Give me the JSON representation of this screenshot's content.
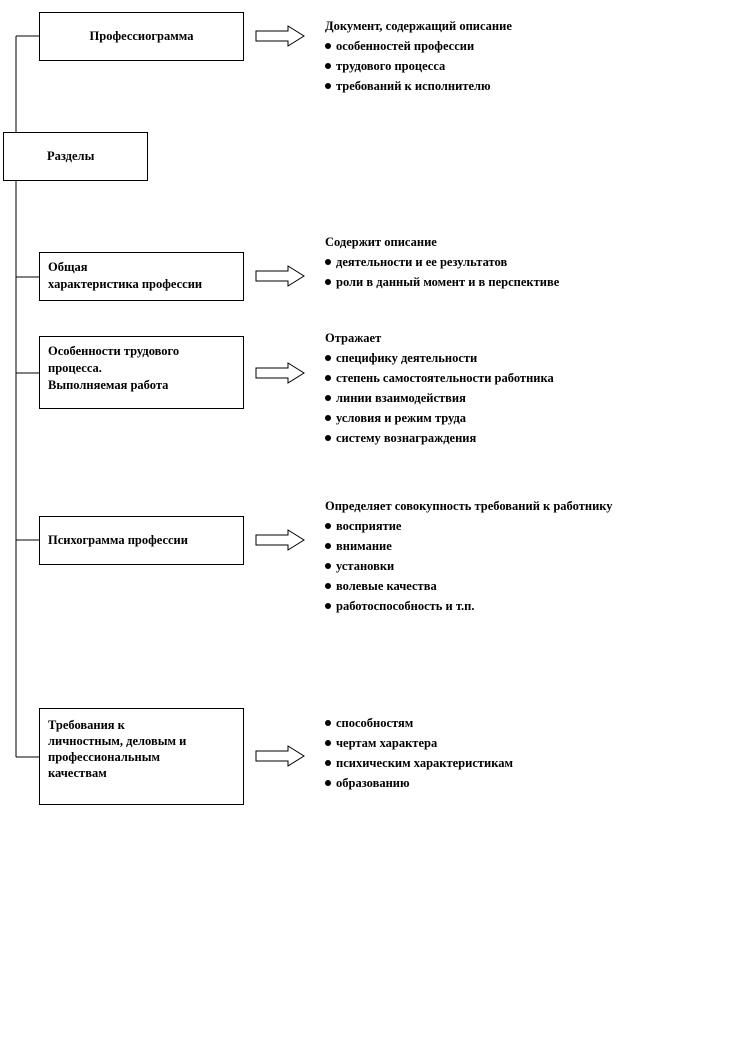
{
  "boxes": {
    "professiogram": "Профессиограмма",
    "sections": "Разделы",
    "general": [
      "Общая",
      "характеристика профессии"
    ],
    "features": [
      "Особенности трудового",
      "процесса.",
      "Выполняемая работа"
    ],
    "psychogram": "Психограмма профессии",
    "requirements": [
      "Требования к",
      "личностным, деловым и",
      "профессиональным",
      "качествам"
    ]
  },
  "descriptions": {
    "professiogram": {
      "head": "Документ, содержащий описание",
      "items": [
        "особенностей профессии",
        "трудового процесса",
        "требований к исполнителю"
      ]
    },
    "general": {
      "head": "Содержит описание",
      "items": [
        "деятельности и ее результатов",
        "роли в данный момент и в перспективе"
      ]
    },
    "features": {
      "head": "Отражает",
      "items": [
        "специфику деятельности",
        "степень самостоятельности работника",
        "линии взаимодействия",
        "условия и режим труда",
        "систему вознаграждения"
      ]
    },
    "psychogram": {
      "head": "Определяет совокупность требований к работнику",
      "items": [
        "восприятие",
        "внимание",
        "установки",
        "волевые качества",
        "работоспособность и т.п."
      ]
    },
    "requirements": {
      "head": "",
      "items": [
        "способностям",
        "чертам характера",
        "психическим характеристикам",
        "образованию"
      ]
    }
  },
  "colors": {
    "line": "#000000",
    "background": "#ffffff"
  }
}
